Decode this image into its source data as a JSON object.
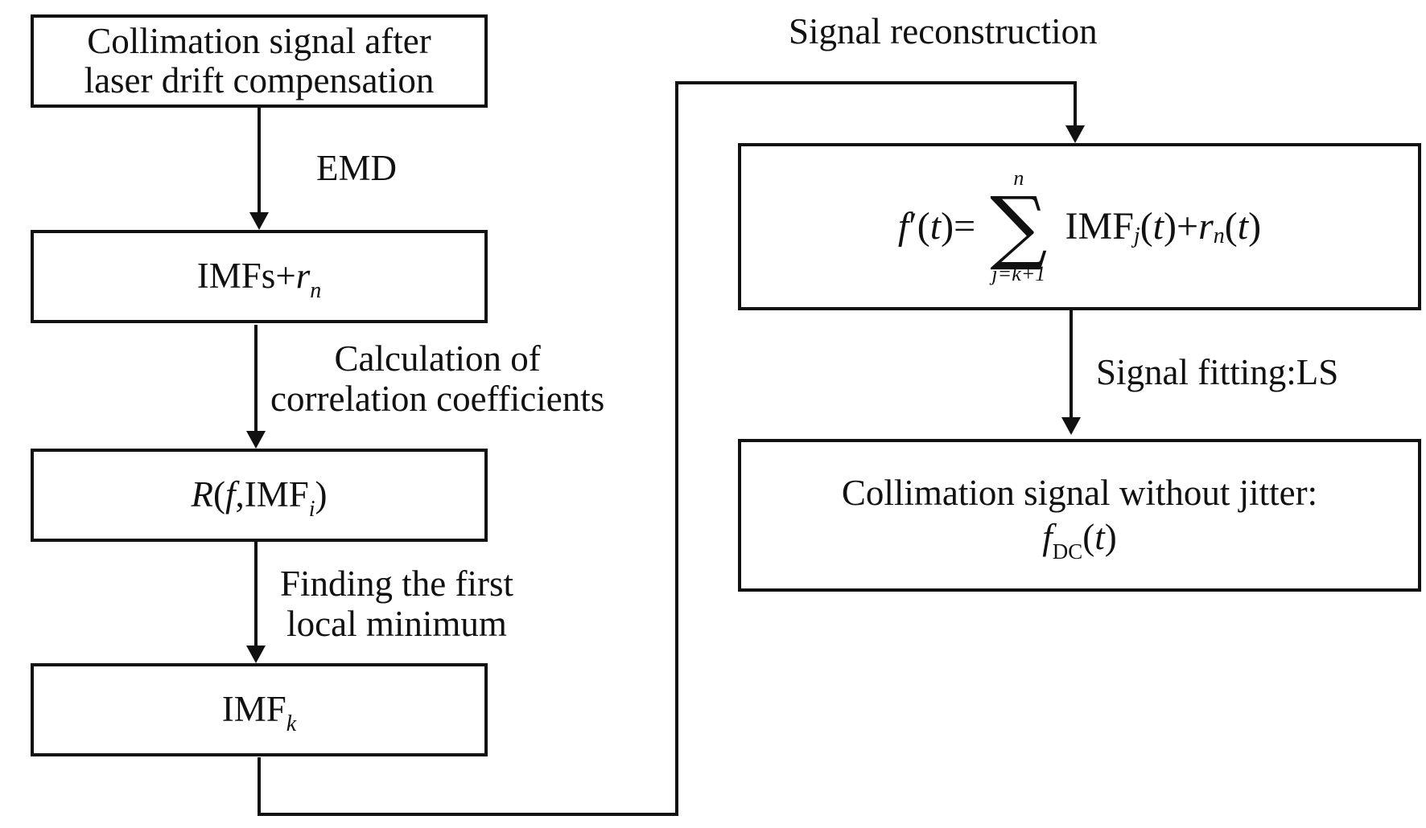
{
  "boxes": {
    "b1": {
      "line1": "Collimation signal after",
      "line2": "laser drift compensation"
    },
    "b2": {
      "base": "IMFs+",
      "var": "r",
      "sub": "n"
    },
    "b3": {
      "pre": "R",
      "open": "(",
      "f": "f",
      "mid": ",IMF",
      "sub": "i",
      "close": ")"
    },
    "b4": {
      "base": "IMF",
      "sub": "k"
    },
    "b5": {
      "lhs_f": "f",
      "lhs_prime": " ′(",
      "lhs_t": "t",
      "lhs_close": ")=",
      "sum_upper": "n",
      "sum_symbol": "∑",
      "sum_lower": "j=k+1",
      "imf": "IMF",
      "imf_sub": "j",
      "open": "(",
      "t": "t",
      "plus": ")+",
      "r": "r",
      "r_sub": "n",
      "open2": "(",
      "t2": "t",
      "close": ")"
    },
    "b6": {
      "line1": "Collimation signal without jitter:",
      "f": "f",
      "sub": "DC",
      "open": "(",
      "t": "t",
      "close": ")"
    }
  },
  "labels": {
    "emd": "EMD",
    "calc_line1": "Calculation of",
    "calc_line2": "correlation coefficients",
    "find_line1": "Finding the first",
    "find_line2": "local minimum",
    "reconstruction": "Signal reconstruction",
    "fitting": "Signal fitting:LS"
  }
}
